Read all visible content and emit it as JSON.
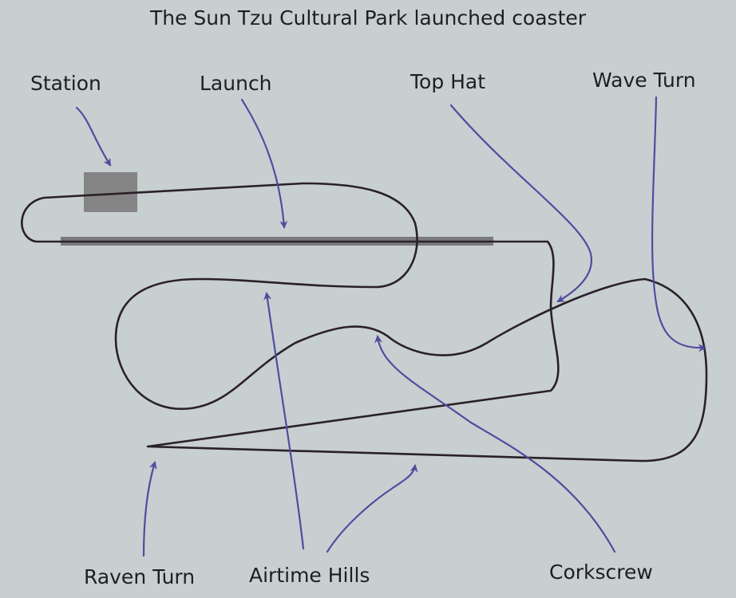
{
  "title": "The Sun Tzu Cultural Park launched coaster",
  "labels": {
    "station": "Station",
    "launch": "Launch",
    "top_hat": "Top Hat",
    "wave_turn": "Wave Turn",
    "raven_turn": "Raven Turn",
    "airtime_hills": "Airtime Hills",
    "corkscrew": "Corkscrew"
  },
  "colors": {
    "background": "#c8cfd1",
    "track": "#2a2128",
    "arrow": "#4f4d9e",
    "station_block": "#858585",
    "launch_strip": "#7a7a7a",
    "text": "#1e1e24"
  }
}
